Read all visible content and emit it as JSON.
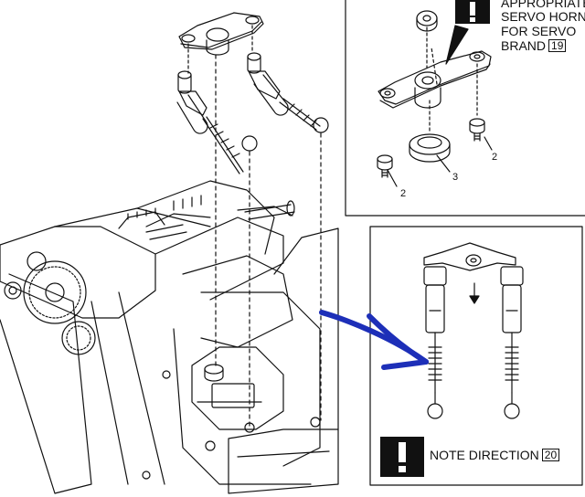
{
  "callout_top": {
    "lines": [
      "APPROPRIATE",
      "SERVO HORN",
      "FOR SERVO",
      "BRAND"
    ],
    "step_number": "19"
  },
  "callout_bottom": {
    "text": "NOTE DIRECTION",
    "step_number": "20"
  },
  "part_labels": {
    "screw_left": "2",
    "washer": "3",
    "screw_right": "2"
  },
  "icons": {
    "warning": "exclamation-warning-icon",
    "direction_arrow": "down-arrow-icon",
    "pointer_arrow": "hand-drawn-blue-arrow"
  },
  "colors": {
    "line": "#111111",
    "annotation_arrow": "#1d2fb8",
    "background": "#ffffff"
  }
}
